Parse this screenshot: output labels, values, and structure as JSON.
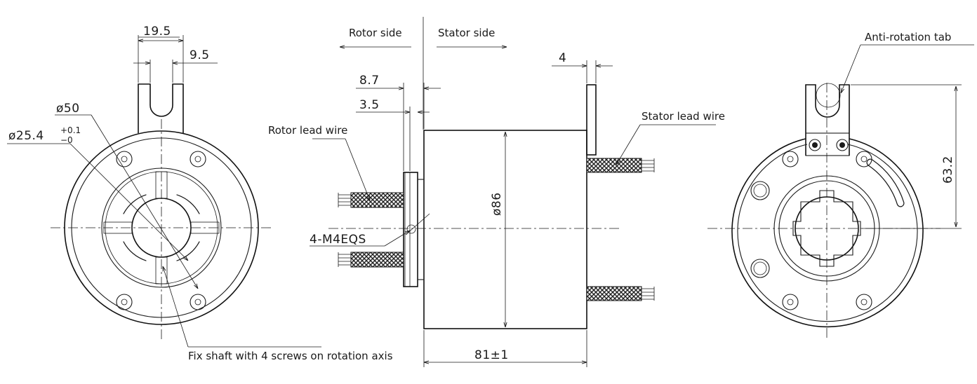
{
  "labels": {
    "rotor_side": "Rotor side",
    "stator_side": "Stator side",
    "rotor_lead_wire": "Rotor lead wire",
    "stator_lead_wire": "Stator lead wire",
    "anti_rotation_tab": "Anti-rotation tab",
    "fix_shaft_note": "Fix shaft with 4 screws on rotation axis",
    "screws": "4-M4EQS"
  },
  "dimensions": {
    "tab_width": "19.5",
    "tab_slot": "9.5",
    "outer_diameter": "ø50",
    "bore_diameter": "ø25.4",
    "bore_tol_upper": "+0.1",
    "bore_tol_lower": "−0",
    "flange_thickness": "8.7",
    "flange_offset": "3.5",
    "tab_thickness": "4",
    "body_diameter": "ø86",
    "body_length": "81±1",
    "tab_height": "63.2"
  },
  "colors": {
    "line": "#1a1a1a",
    "background": "#ffffff"
  }
}
